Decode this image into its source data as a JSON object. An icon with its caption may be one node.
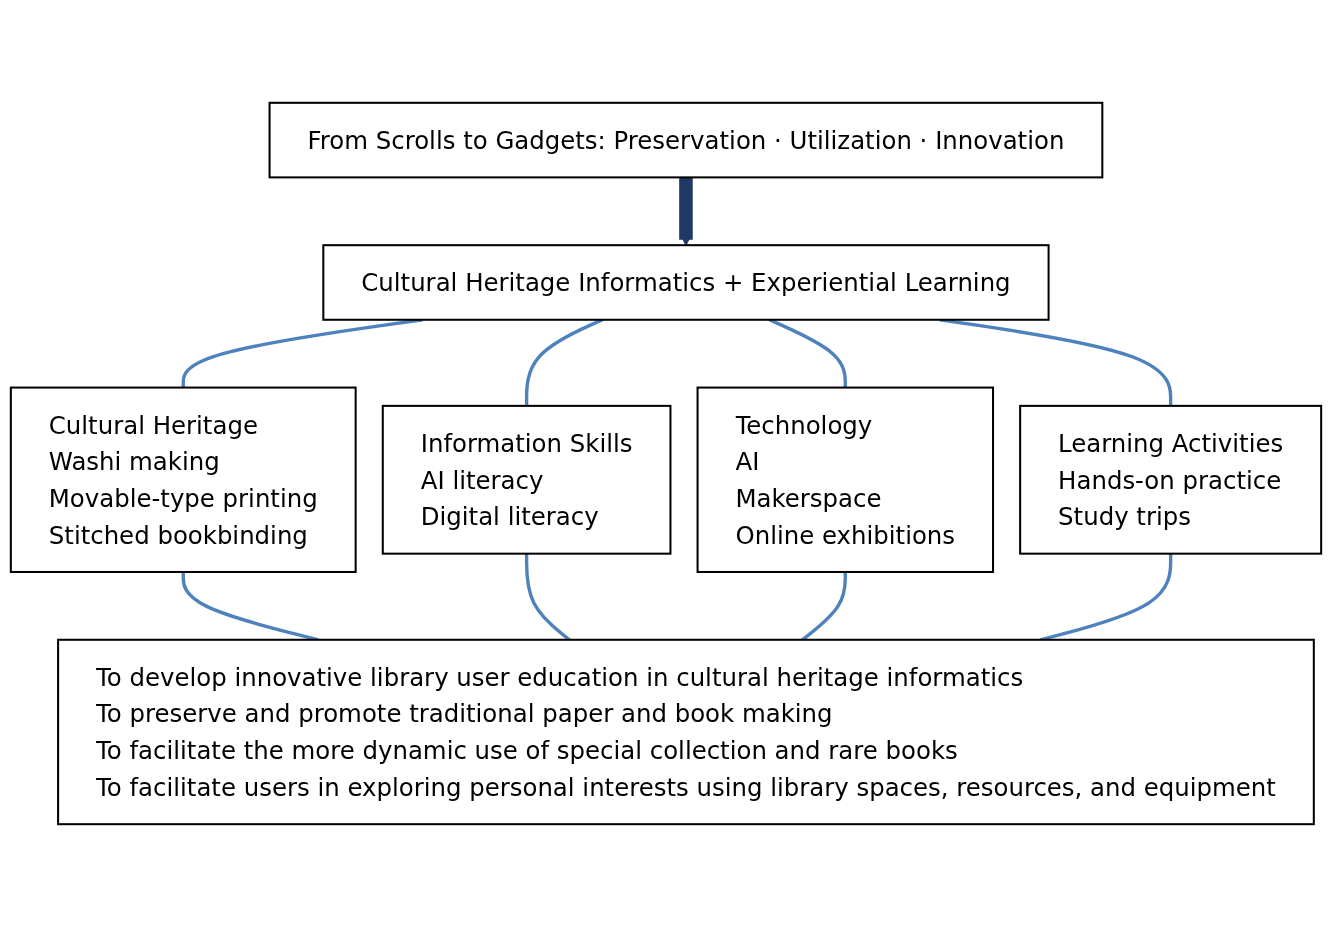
{
  "diagram": {
    "nodes": [
      {
        "text": [
          "From Scrolls to Gadgets: Preservation · Utilization · Innovation"
        ]
      },
      {
        "text": [
          "Cultural Heritage Informatics + Experiential Learning"
        ]
      },
      {
        "text": [
          "Cultural Heritage",
          "Washi making",
          "Movable-type printing",
          "Stitched bookbinding"
        ]
      },
      {
        "text": [
          "Information Skills",
          "AI literacy",
          "Digital literacy"
        ]
      },
      {
        "text": [
          "Technology",
          "AI",
          "Makerspace",
          "Online exhibitions"
        ]
      },
      {
        "text": [
          "Learning Activities",
          "Hands-on practice",
          "Study trips"
        ]
      },
      {
        "text": [
          "To develop innovative library user education in cultural heritage informatics",
          "To preserve and promote traditional paper and book making",
          "To facilitate the more dynamic use of special collection and rare books",
          "To facilitate users in exploring personal interests using library spaces, resources, and equipment"
        ]
      }
    ],
    "edges": [
      {
        "from": 0,
        "to": 1,
        "arrow": "to",
        "style": "thick",
        "color": "#1f3864"
      },
      {
        "from": 1,
        "to": 2,
        "arrow": "none"
      },
      {
        "from": 1,
        "to": 3,
        "arrow": "none"
      },
      {
        "from": 1,
        "to": 4,
        "arrow": "none"
      },
      {
        "from": 1,
        "to": 5,
        "arrow": "none"
      },
      {
        "from": 2,
        "to": 6,
        "arrow": "none"
      },
      {
        "from": 3,
        "to": 6,
        "arrow": "none"
      },
      {
        "from": 4,
        "to": 6,
        "arrow": "none"
      },
      {
        "from": 5,
        "to": 6,
        "arrow": "none"
      }
    ]
  }
}
